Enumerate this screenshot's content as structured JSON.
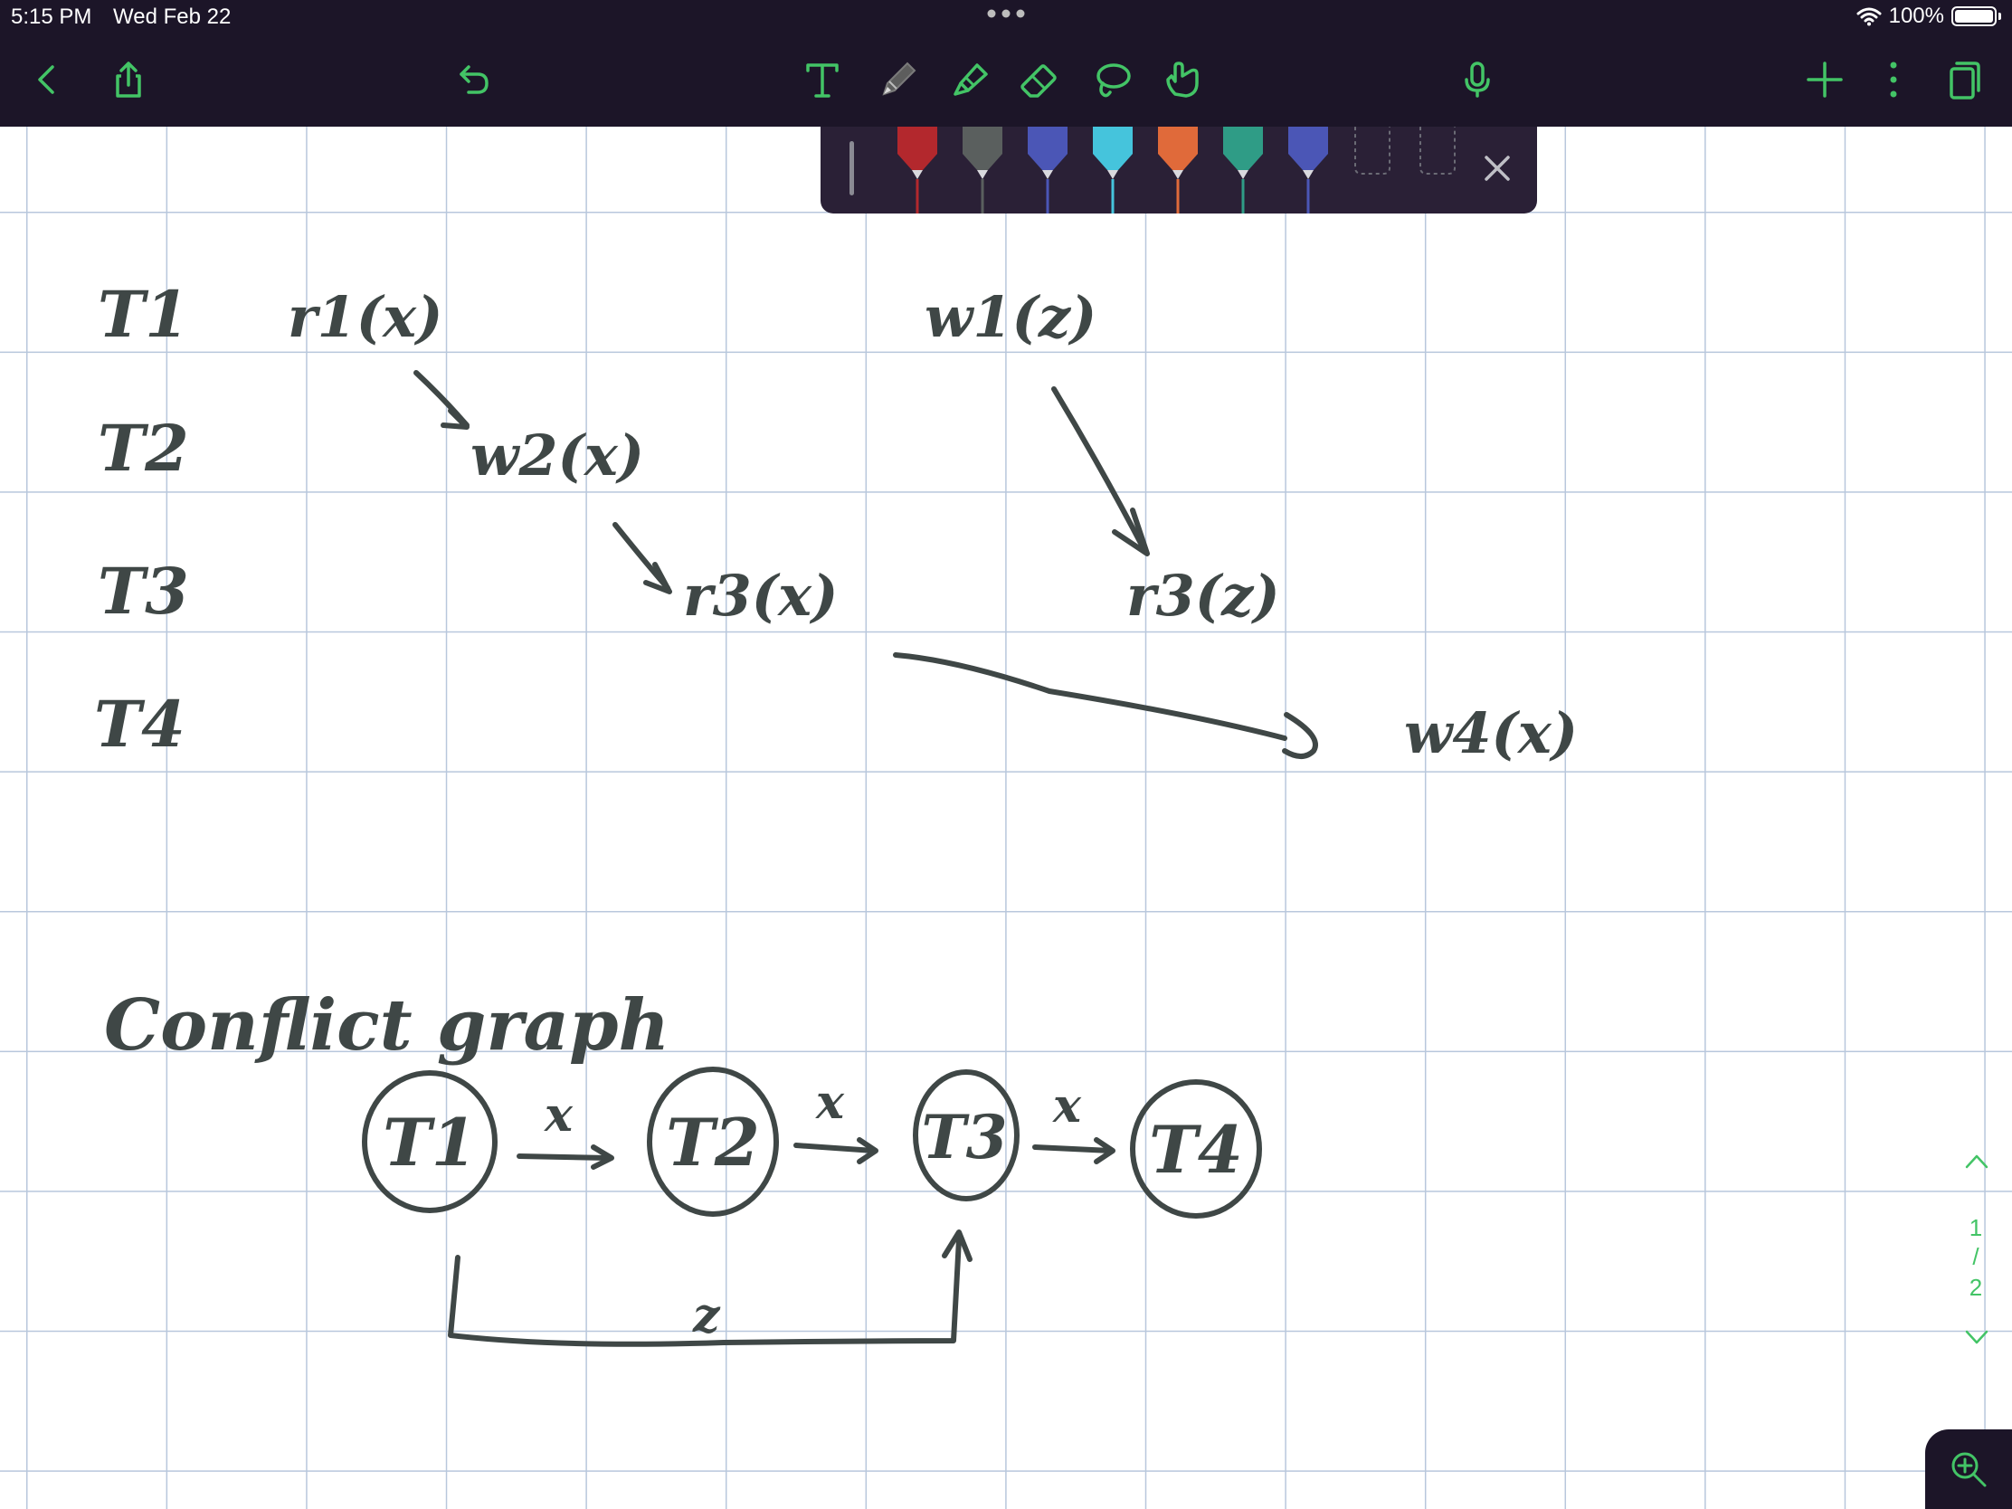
{
  "status_bar": {
    "time": "5:15 PM",
    "date": "Wed Feb 22",
    "battery": "100%"
  },
  "toolbar": {
    "accent_color": "#43c466",
    "background": "#1c1528",
    "icons": [
      "back-icon",
      "share-icon",
      "undo-icon",
      "text-tool-icon",
      "pen-tool-icon",
      "highlighter-tool-icon",
      "eraser-tool-icon",
      "lasso-tool-icon",
      "hand-tool-icon",
      "microphone-icon",
      "add-page-icon",
      "more-icon",
      "pages-icon"
    ]
  },
  "pen_tray": {
    "pens": [
      {
        "name": "red-pen",
        "color": "#b3282d"
      },
      {
        "name": "gray-pen",
        "color": "#5a5f5e"
      },
      {
        "name": "blue-pen",
        "color": "#4b56b6"
      },
      {
        "name": "cyan-pen",
        "color": "#45c4dc"
      },
      {
        "name": "orange-pen",
        "color": "#e06a3a"
      },
      {
        "name": "green-highlighter",
        "color": "#2f9c86"
      },
      {
        "name": "indigo-pen",
        "color": "#4b56b6"
      }
    ]
  },
  "note": {
    "ink_color": "#3f4746",
    "rows": [
      "T1",
      "T2",
      "T3",
      "T4"
    ],
    "ops": [
      "r1(x)",
      "w2(x)",
      "r3(x)",
      "w1(z)",
      "r3(z)",
      "w4(x)"
    ],
    "graph_title": "Conflict graph",
    "nodes": [
      "T1",
      "T2",
      "T3",
      "T4"
    ],
    "edge_labels": [
      "x",
      "x",
      "x",
      "z"
    ]
  },
  "page_nav": {
    "current": "1",
    "separator": "/",
    "total": "2"
  }
}
